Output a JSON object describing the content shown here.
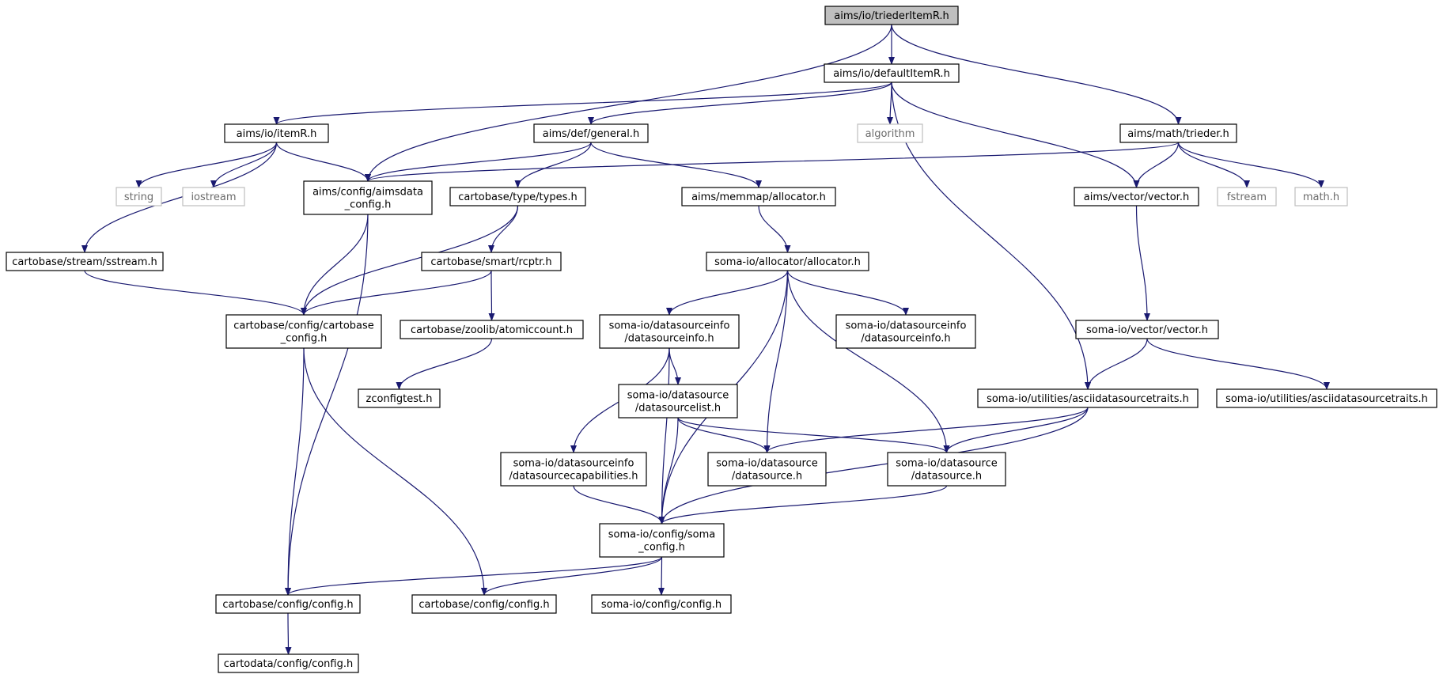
{
  "colors": {
    "edge": "#191970",
    "node_border": "#000000",
    "system_border": "#bfbfbf",
    "root_fill": "#bfbfbf",
    "node_fill": "#ffffff"
  },
  "nodes": [
    {
      "id": "n0",
      "lines": [
        "aims/io/triederItemR.h"
      ],
      "root": true
    },
    {
      "id": "n1",
      "lines": [
        "aims/io/defaultItemR.h"
      ]
    },
    {
      "id": "n2",
      "lines": [
        "aims/io/itemR.h"
      ]
    },
    {
      "id": "n3",
      "lines": [
        "aims/def/general.h"
      ]
    },
    {
      "id": "n4",
      "lines": [
        "algorithm"
      ],
      "system": true
    },
    {
      "id": "n5",
      "lines": [
        "aims/math/trieder.h"
      ]
    },
    {
      "id": "n6",
      "lines": [
        "string"
      ],
      "system": true
    },
    {
      "id": "n7",
      "lines": [
        "iostream"
      ],
      "system": true
    },
    {
      "id": "n8",
      "lines": [
        "aims/config/aimsdata",
        "_config.h"
      ]
    },
    {
      "id": "n9",
      "lines": [
        "cartobase/type/types.h"
      ]
    },
    {
      "id": "n10",
      "lines": [
        "aims/memmap/allocator.h"
      ]
    },
    {
      "id": "n11",
      "lines": [
        "aims/vector/vector.h"
      ]
    },
    {
      "id": "n12",
      "lines": [
        "fstream"
      ],
      "system": true
    },
    {
      "id": "n13",
      "lines": [
        "math.h"
      ],
      "system": true
    },
    {
      "id": "n14",
      "lines": [
        "cartobase/stream/sstream.h"
      ]
    },
    {
      "id": "n15",
      "lines": [
        "cartobase/smart/rcptr.h"
      ]
    },
    {
      "id": "n16",
      "lines": [
        "soma-io/allocator/allocator.h"
      ]
    },
    {
      "id": "n17",
      "lines": [
        "cartobase/config/cartobase",
        "_config.h"
      ]
    },
    {
      "id": "n18",
      "lines": [
        "cartobase/zoolib/atomiccount.h"
      ]
    },
    {
      "id": "n19",
      "lines": [
        "soma-io/datasourceinfo",
        "/datasourceinfo.h"
      ]
    },
    {
      "id": "n20",
      "lines": [
        "soma-io/datasourceinfo",
        "/datasourceinfo.h"
      ]
    },
    {
      "id": "n21",
      "lines": [
        "soma-io/vector/vector.h"
      ]
    },
    {
      "id": "n22",
      "lines": [
        "zconfigtest.h"
      ]
    },
    {
      "id": "n23",
      "lines": [
        "soma-io/datasource",
        "/datasourcelist.h"
      ]
    },
    {
      "id": "n24",
      "lines": [
        "soma-io/utilities/asciidatasourcetraits.h"
      ]
    },
    {
      "id": "n25",
      "lines": [
        "soma-io/utilities/asciidatasourcetraits.h"
      ]
    },
    {
      "id": "n26",
      "lines": [
        "soma-io/datasourceinfo",
        "/datasourcecapabilities.h"
      ]
    },
    {
      "id": "n27",
      "lines": [
        "soma-io/datasource",
        "/datasource.h"
      ]
    },
    {
      "id": "n28",
      "lines": [
        "soma-io/datasource",
        "/datasource.h"
      ]
    },
    {
      "id": "n29",
      "lines": [
        "soma-io/config/soma",
        "_config.h"
      ]
    },
    {
      "id": "n30",
      "lines": [
        "cartobase/config/config.h"
      ]
    },
    {
      "id": "n31",
      "lines": [
        "cartobase/config/config.h"
      ]
    },
    {
      "id": "n32",
      "lines": [
        "soma-io/config/config.h"
      ]
    },
    {
      "id": "n33",
      "lines": [
        "cartodata/config/config.h"
      ]
    }
  ],
  "edges": [
    [
      "n0",
      "n1"
    ],
    [
      "n0",
      "n8"
    ],
    [
      "n0",
      "n5"
    ],
    [
      "n1",
      "n2"
    ],
    [
      "n1",
      "n3"
    ],
    [
      "n1",
      "n4"
    ],
    [
      "n1",
      "n11"
    ],
    [
      "n1",
      "n24"
    ],
    [
      "n2",
      "n6"
    ],
    [
      "n2",
      "n7"
    ],
    [
      "n2",
      "n8"
    ],
    [
      "n2",
      "n14"
    ],
    [
      "n3",
      "n8"
    ],
    [
      "n3",
      "n9"
    ],
    [
      "n3",
      "n10"
    ],
    [
      "n5",
      "n8"
    ],
    [
      "n5",
      "n11"
    ],
    [
      "n5",
      "n12"
    ],
    [
      "n5",
      "n13"
    ],
    [
      "n8",
      "n17"
    ],
    [
      "n8",
      "n30"
    ],
    [
      "n9",
      "n17"
    ],
    [
      "n9",
      "n15"
    ],
    [
      "n10",
      "n16"
    ],
    [
      "n11",
      "n21"
    ],
    [
      "n14",
      "n17"
    ],
    [
      "n15",
      "n17"
    ],
    [
      "n15",
      "n18"
    ],
    [
      "n16",
      "n19"
    ],
    [
      "n16",
      "n20"
    ],
    [
      "n16",
      "n27"
    ],
    [
      "n16",
      "n28"
    ],
    [
      "n16",
      "n29"
    ],
    [
      "n17",
      "n30"
    ],
    [
      "n17",
      "n31"
    ],
    [
      "n18",
      "n22"
    ],
    [
      "n19",
      "n23"
    ],
    [
      "n19",
      "n26"
    ],
    [
      "n19",
      "n29"
    ],
    [
      "n21",
      "n24"
    ],
    [
      "n21",
      "n25"
    ],
    [
      "n23",
      "n27"
    ],
    [
      "n23",
      "n28"
    ],
    [
      "n23",
      "n29"
    ],
    [
      "n24",
      "n27"
    ],
    [
      "n24",
      "n28"
    ],
    [
      "n24",
      "n29"
    ],
    [
      "n26",
      "n29"
    ],
    [
      "n28",
      "n29"
    ],
    [
      "n29",
      "n30"
    ],
    [
      "n29",
      "n31"
    ],
    [
      "n29",
      "n32"
    ],
    [
      "n30",
      "n33"
    ]
  ]
}
